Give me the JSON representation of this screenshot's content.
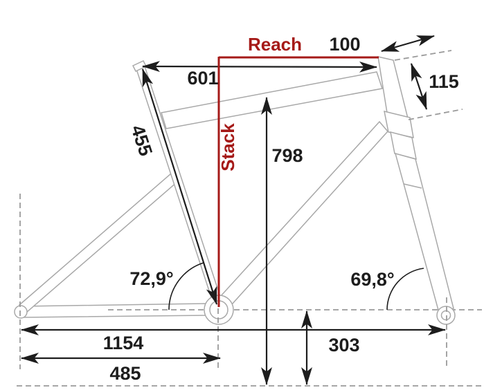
{
  "diagram": {
    "type": "bike-frame-geometry",
    "colors": {
      "accent_red": "#a51a18",
      "frame_gray": "#a8a8a8",
      "dash_gray": "#9a9a9a",
      "ink": "#1d1d1d"
    },
    "labels": {
      "reach": "Reach",
      "stack": "Stack"
    },
    "dimensions": {
      "top_tube": "601",
      "head_top_extension": "100",
      "head_tube": "115",
      "seat_tube": "455",
      "standover_height": "798",
      "wheelbase": "1154",
      "rear_center": "485",
      "bb_height": "303",
      "seat_tube_angle": "72,9°",
      "head_tube_angle": "69,8°"
    }
  }
}
